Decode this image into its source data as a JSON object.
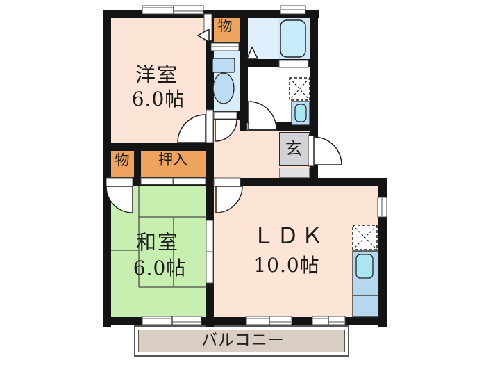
{
  "rooms": {
    "western": {
      "label": "洋室",
      "size": "6.0帖"
    },
    "japanese": {
      "label": "和室",
      "size": "6.0帖"
    },
    "ldk": {
      "label": "ＬＤＫ",
      "size": "10.0帖"
    },
    "balcony": {
      "label": "バルコニー"
    },
    "entrance": {
      "label": "玄"
    },
    "storage_upper": {
      "label": "物"
    },
    "storage_left": {
      "label": "物"
    },
    "closet": {
      "label": "押入"
    }
  },
  "fixtures": {
    "bathtub": "bathtub-icon",
    "toilet": "toilet-icon",
    "washbasin": "washbasin-icon",
    "washing_machine_space": "washing-machine-space-icon",
    "refrigerator_space": "refrigerator-space-icon",
    "kitchen_counter": "kitchen-counter-icon",
    "kitchen_sink": "kitchen-sink-icon"
  },
  "colors": {
    "wall": "#141414",
    "room-peach": "#fce5d6",
    "room-green": "#c7efaf",
    "closet-orange": "#eea45e",
    "entrance-gray": "#d3d3d7",
    "entrance-step": "#e1e1e3",
    "balcony-beige": "#d9cec3",
    "bath-blue": "#dfeffb",
    "tub-surround": "#cfe6f7",
    "tub-fill": "#c7ecf9",
    "toilet-blue": "#d8ecfa",
    "fixture-blue": "#bcdcf4",
    "counter-blue": "#b5d8ee",
    "sink-cyan": "#a9e5f3"
  }
}
